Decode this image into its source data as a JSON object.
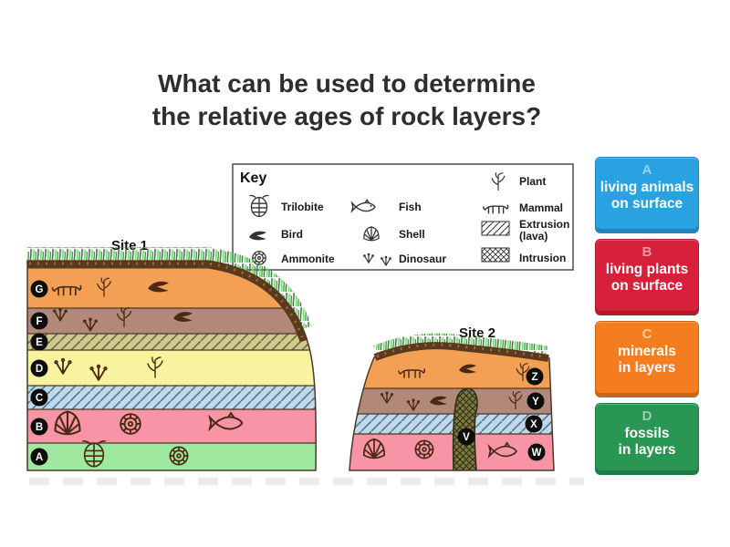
{
  "question": {
    "full": "What can be used to determine the relative ages of rock layers?",
    "line1": "What can be used to determine",
    "line2": "the relative ages of rock layers?"
  },
  "diagram": {
    "key": {
      "title": "Key",
      "col1": [
        {
          "icon": "trilobite-icon",
          "label": "Trilobite"
        },
        {
          "icon": "bird-icon",
          "label": "Bird"
        },
        {
          "icon": "ammonite-icon",
          "label": "Ammonite"
        }
      ],
      "col2": [
        {
          "icon": "fish-icon",
          "label": "Fish"
        },
        {
          "icon": "shell-icon",
          "label": "Shell"
        },
        {
          "icon": "dinosaur-icon",
          "label": "Dinosaur"
        }
      ],
      "col3": [
        {
          "icon": "plant-icon",
          "label": "Plant"
        },
        {
          "icon": "mammal-icon",
          "label": "Mammal"
        },
        {
          "icon": "extrusion-swatch",
          "label": "Extrusion",
          "label2": "(lava)"
        },
        {
          "icon": "intrusion-swatch",
          "label": "Intrusion"
        }
      ]
    },
    "site1": {
      "name": "Site 1",
      "layers": [
        {
          "label": "G",
          "color": "#F3A054",
          "fossils": [
            "mammal",
            "plant",
            "bird"
          ]
        },
        {
          "label": "F",
          "color": "#B1887A",
          "fossils": [
            "dinosaur",
            "dinosaur",
            "plant",
            "bird"
          ]
        },
        {
          "label": "E",
          "color": "#CFC98E",
          "type": "extrusion",
          "fossils": []
        },
        {
          "label": "D",
          "color": "#F7F39E",
          "fossils": [
            "dinosaur",
            "dinosaur",
            "plant"
          ]
        },
        {
          "label": "C",
          "color": "#BFD8EA",
          "type": "extrusion",
          "fossils": []
        },
        {
          "label": "B",
          "color": "#F795A6",
          "fossils": [
            "shell",
            "ammonite",
            "fish"
          ]
        },
        {
          "label": "A",
          "color": "#9FE89F",
          "fossils": [
            "trilobite",
            "ammonite"
          ]
        }
      ]
    },
    "site2": {
      "name": "Site 2",
      "layers": [
        {
          "label": "Z",
          "color": "#F3A054",
          "fossils": [
            "mammal",
            "bird",
            "plant"
          ]
        },
        {
          "label": "Y",
          "color": "#B1887A",
          "fossils": [
            "dinosaur",
            "dinosaur",
            "bird",
            "plant"
          ]
        },
        {
          "label": "X",
          "color": "#BFD8EA",
          "type": "extrusion",
          "fossils": []
        },
        {
          "label": "W",
          "color": "#F795A6",
          "fossils": [
            "shell",
            "ammonite",
            "fish"
          ]
        }
      ],
      "intrusion": {
        "label": "V",
        "color": "#7C7A3C",
        "type": "intrusion"
      }
    },
    "colors": {
      "soil": "#5A3A1E",
      "soil_speckle": "#9A6A3A",
      "grass_dark": "#2F8F2F",
      "grass_light": "#7ED87E",
      "outline": "#4A3828",
      "fossil": "#4A2A12",
      "torn_edge": "#ECECEC"
    }
  },
  "answers": [
    {
      "letter": "A",
      "label": "living animals on surface",
      "label_lines": [
        "living animals",
        "on surface"
      ],
      "color": "#2AA2E2",
      "letter_color": "#93CFF0"
    },
    {
      "letter": "B",
      "label": "living plants on surface",
      "label_lines": [
        "living plants",
        "on surface"
      ],
      "color": "#D7203A",
      "letter_color": "#ED93A0"
    },
    {
      "letter": "C",
      "label": "minerals in layers",
      "label_lines": [
        "minerals",
        "in layers"
      ],
      "color": "#F57D1F",
      "letter_color": "#FACB96"
    },
    {
      "letter": "D",
      "label": "fossils in layers",
      "label_lines": [
        "fossils",
        "in layers"
      ],
      "color": "#2A9653",
      "letter_color": "#97D3AC"
    }
  ]
}
